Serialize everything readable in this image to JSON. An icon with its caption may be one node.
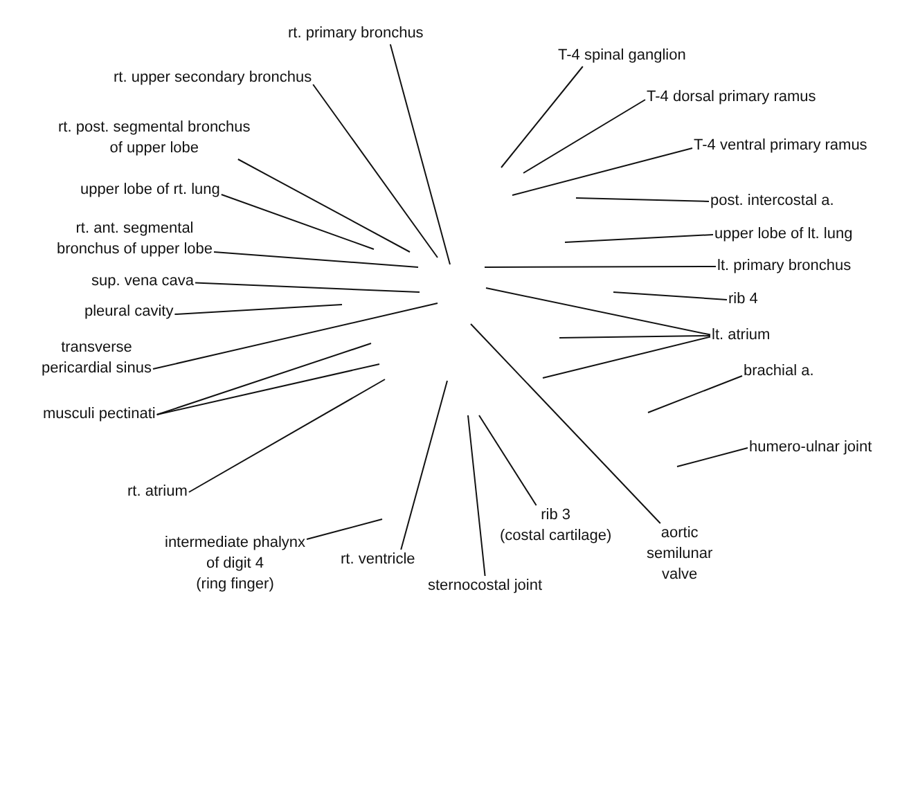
{
  "diagram": {
    "nodes": [
      {
        "text": [
          "rt. primary bronchus"
        ]
      },
      {
        "text": [
          "rt. upper secondary bronchus"
        ]
      },
      {
        "text": [
          "rt. post. segmental bronchus of upper lobe"
        ]
      },
      {
        "text": [
          "upper lobe of rt. lung"
        ]
      },
      {
        "text": [
          "rt. ant. segmental bronchus of upper lobe"
        ]
      },
      {
        "text": [
          "sup. vena cava"
        ]
      },
      {
        "text": [
          "pleural cavity"
        ]
      },
      {
        "text": [
          "transverse pericardial sinus"
        ]
      },
      {
        "text": [
          "musculi pectinati"
        ]
      },
      {
        "text": [
          "rt. atrium"
        ]
      },
      {
        "text": [
          "intermediate phalynx of digit 4 (ring finger)"
        ]
      },
      {
        "text": [
          "rt. ventricle"
        ]
      },
      {
        "text": [
          "sternocostal joint"
        ]
      },
      {
        "text": [
          "rib 3 (costal cartilage)"
        ]
      },
      {
        "text": [
          "aortic semilunar valve"
        ]
      },
      {
        "text": [
          "T-4 spinal ganglion"
        ]
      },
      {
        "text": [
          "T-4 dorsal primary ramus"
        ]
      },
      {
        "text": [
          "T-4 ventral primary ramus"
        ]
      },
      {
        "text": [
          "post. intercostal a."
        ]
      },
      {
        "text": [
          "upper lobe of lt. lung"
        ]
      },
      {
        "text": [
          "lt. primary bronchus"
        ]
      },
      {
        "text": [
          "rib 4"
        ]
      },
      {
        "text": [
          "lt. atrium"
        ]
      },
      {
        "text": [
          "brachial a."
        ]
      },
      {
        "text": [
          "humero-ulnar joint"
        ]
      }
    ],
    "edges": [
      {
        "from": 0,
        "to": null,
        "arrow": "none"
      },
      {
        "from": 1,
        "to": null,
        "arrow": "none"
      },
      {
        "from": 2,
        "to": null,
        "arrow": "none"
      },
      {
        "from": 3,
        "to": null,
        "arrow": "none"
      },
      {
        "from": 4,
        "to": null,
        "arrow": "none"
      },
      {
        "from": 5,
        "to": null,
        "arrow": "none"
      },
      {
        "from": 6,
        "to": null,
        "arrow": "none"
      },
      {
        "from": 7,
        "to": null,
        "arrow": "none"
      },
      {
        "from": 8,
        "to": null,
        "arrow": "none"
      },
      {
        "from": 8,
        "to": null,
        "arrow": "none"
      },
      {
        "from": 9,
        "to": null,
        "arrow": "none"
      },
      {
        "from": 10,
        "to": null,
        "arrow": "none"
      },
      {
        "from": 11,
        "to": null,
        "arrow": "none"
      },
      {
        "from": 12,
        "to": null,
        "arrow": "none"
      },
      {
        "from": 13,
        "to": null,
        "arrow": "none"
      },
      {
        "from": 14,
        "to": null,
        "arrow": "none"
      },
      {
        "from": 15,
        "to": null,
        "arrow": "none"
      },
      {
        "from": 16,
        "to": null,
        "arrow": "none"
      },
      {
        "from": 17,
        "to": null,
        "arrow": "none"
      },
      {
        "from": 18,
        "to": null,
        "arrow": "none"
      },
      {
        "from": 19,
        "to": null,
        "arrow": "none"
      },
      {
        "from": 20,
        "to": null,
        "arrow": "none"
      },
      {
        "from": 21,
        "to": null,
        "arrow": "none"
      },
      {
        "from": 22,
        "to": null,
        "arrow": "none"
      },
      {
        "from": 22,
        "to": null,
        "arrow": "none"
      },
      {
        "from": 22,
        "to": null,
        "arrow": "none"
      },
      {
        "from": 23,
        "to": null,
        "arrow": "none"
      },
      {
        "from": 24,
        "to": null,
        "arrow": "none"
      }
    ]
  }
}
